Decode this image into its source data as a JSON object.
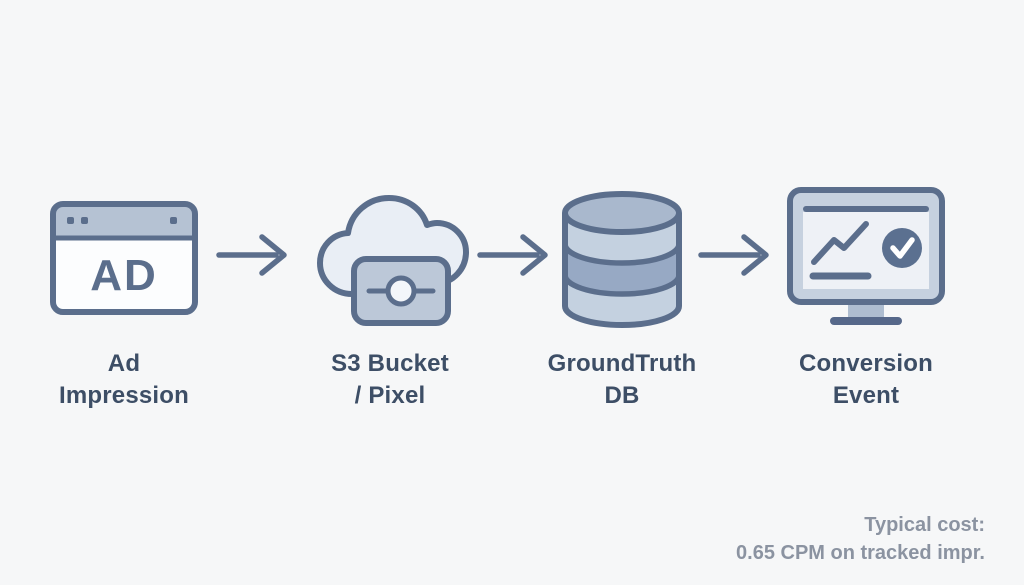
{
  "diagram": {
    "title": "ad-tracking-flow",
    "background": "#f6f7f8",
    "colors": {
      "stroke": "#5b6e8c",
      "label_text": "#3d4e66",
      "note_text": "#8b93a1",
      "browser_header_fill": "#b5c2d3",
      "browser_body_fill": "#fcfdfe",
      "cloud_fill": "#e9eef5",
      "pixel_square_fill": "#bcc8d8",
      "db_light_band": "#c4d1e0",
      "db_dark_band": "#97a9c4",
      "db_top_fill": "#a9b8cd",
      "monitor_bezel_fill": "#c6d1df",
      "monitor_screen_fill": "#eef1f6",
      "check_circle_fill": "#5b7090",
      "stand_neck_fill": "#aebdd0",
      "stand_base_fill": "#56688a"
    },
    "nodes": [
      {
        "id": "ad-impression",
        "icon": "browser-ad-icon",
        "icon_text": "AD",
        "label_line1": "Ad",
        "label_line2": "Impression"
      },
      {
        "id": "s3-bucket-pixel",
        "icon": "cloud-pixel-icon",
        "label_line1": "S3 Bucket",
        "label_line2": "/ Pixel"
      },
      {
        "id": "groundtruth-db",
        "icon": "database-icon",
        "label_line1": "GroundTruth",
        "label_line2": "DB"
      },
      {
        "id": "conversion-event",
        "icon": "monitor-check-icon",
        "label_line1": "Conversion",
        "label_line2": "Event"
      }
    ],
    "arrows": [
      {
        "icon": "arrow-right-icon"
      },
      {
        "icon": "arrow-right-icon"
      },
      {
        "icon": "arrow-right-icon"
      }
    ],
    "note": {
      "line1": "Typical cost:",
      "line2": "0.65 CPM on tracked impr."
    }
  }
}
